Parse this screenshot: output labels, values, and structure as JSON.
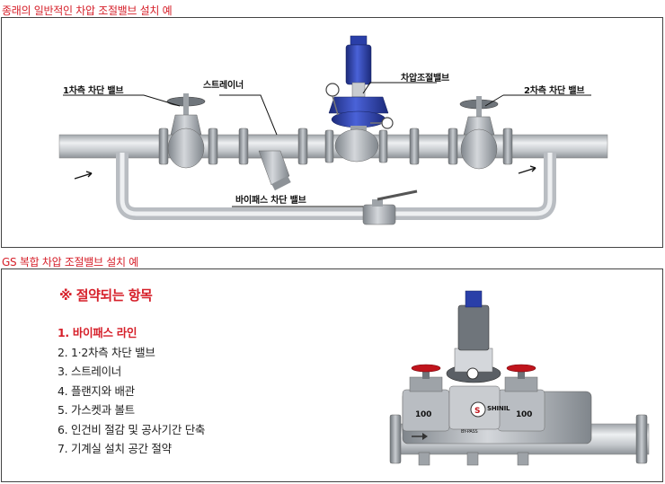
{
  "top_section": {
    "title": "종래의 일반적인 차압 조절밸브 설치 예",
    "labels": {
      "primary_valve": "1차측 차단 밸브",
      "strainer": "스트레이너",
      "pressure_valve": "차압조절밸브",
      "secondary_valve": "2차측 차단 밸브",
      "bypass_valve": "바이패스 차단 밸브"
    }
  },
  "bottom_section": {
    "title": "GS 복합 차압 조절밸브 설치 예",
    "list_title": "※ 절약되는 항목",
    "items": [
      "1. 바이패스 라인",
      "2. 1·2차측 차단 밸브",
      "3. 스트레이너",
      "4. 플랜지와 배관",
      "5. 가스켓과 볼트",
      "6. 인건비 절감 및 공사기간 단축",
      "7. 기계실 설치 공간 절약"
    ],
    "device_labels": {
      "left_size": "100",
      "right_size": "100",
      "brand": "SHINIL",
      "bypass": "BY-PASS"
    }
  },
  "colors": {
    "accent_red": "#d6202a",
    "pipe_gray": "#c9ccd0",
    "valve_blue": "#2a3fa8"
  }
}
